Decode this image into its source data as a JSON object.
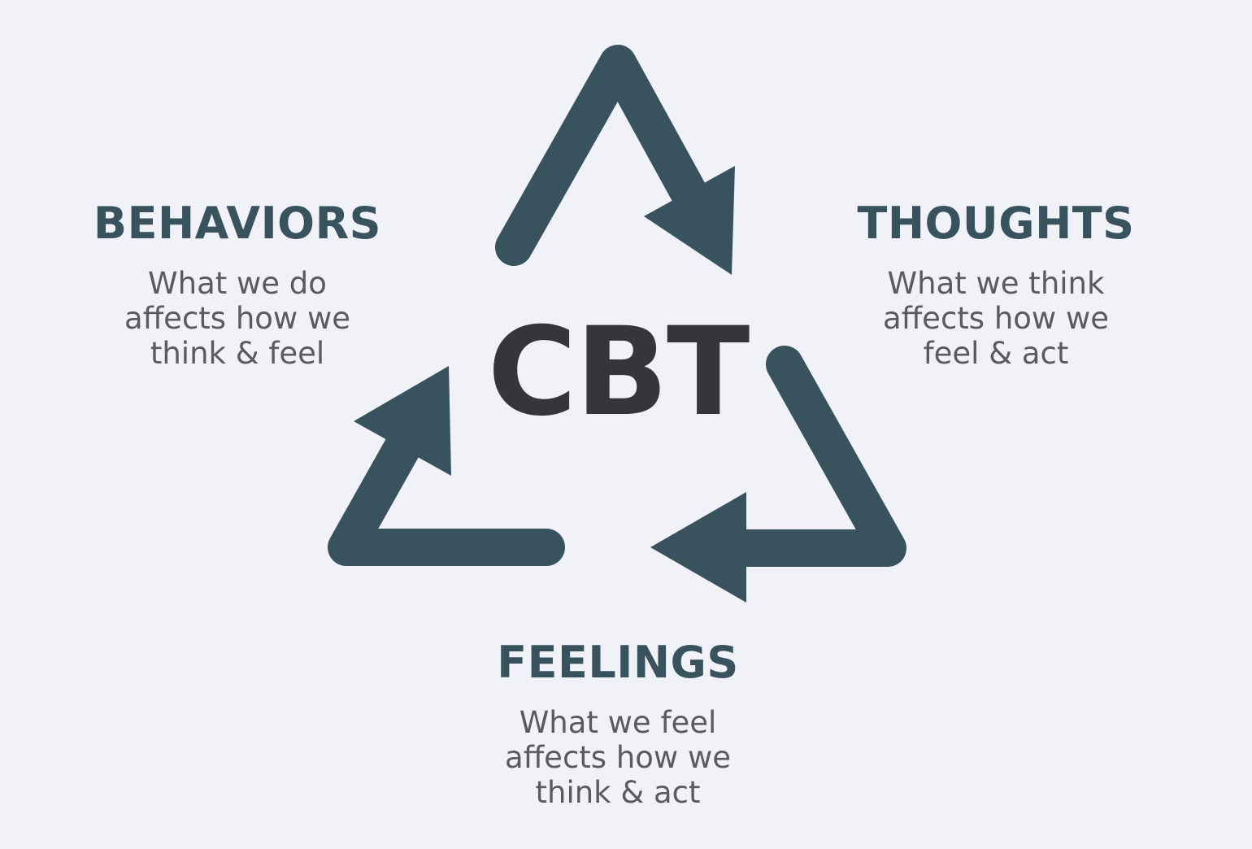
{
  "center_label": "CBT",
  "colors": {
    "background": "#f1f2f7",
    "arrow": "#38525e",
    "heading": "#38525e",
    "center_label": "#35363b",
    "description": "#5a5a5f"
  },
  "nodes": {
    "behaviors": {
      "title": "BEHAVIORS",
      "lines": [
        "What we do",
        "affects how we",
        "think & feel"
      ]
    },
    "thoughts": {
      "title": "THOUGHTS",
      "lines": [
        "What we think",
        "affects how we",
        "feel & act"
      ]
    },
    "feelings": {
      "title": "FEELINGS",
      "lines": [
        "What we feel",
        "affects how we",
        "think & act"
      ]
    }
  }
}
